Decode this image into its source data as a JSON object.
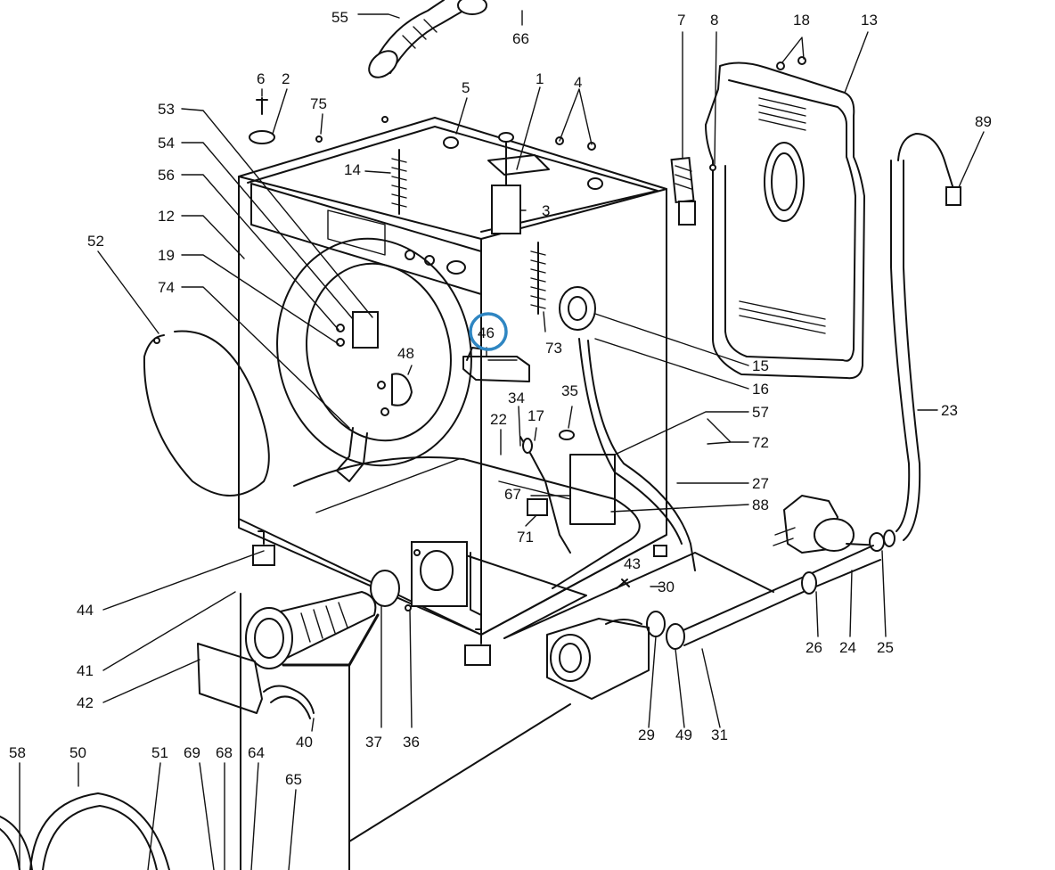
{
  "diagram": {
    "highlight": {
      "part": "46",
      "color": "#2f86c2"
    },
    "labels": [
      {
        "id": "55",
        "text": "55"
      },
      {
        "id": "66",
        "text": "66"
      },
      {
        "id": "7",
        "text": "7"
      },
      {
        "id": "8",
        "text": "8"
      },
      {
        "id": "18",
        "text": "18"
      },
      {
        "id": "13",
        "text": "13"
      },
      {
        "id": "89",
        "text": "89"
      },
      {
        "id": "1",
        "text": "1"
      },
      {
        "id": "4",
        "text": "4"
      },
      {
        "id": "5",
        "text": "5"
      },
      {
        "id": "6",
        "text": "6"
      },
      {
        "id": "2",
        "text": "2"
      },
      {
        "id": "75",
        "text": "75"
      },
      {
        "id": "53",
        "text": "53"
      },
      {
        "id": "54",
        "text": "54"
      },
      {
        "id": "56",
        "text": "56"
      },
      {
        "id": "14",
        "text": "14"
      },
      {
        "id": "3",
        "text": "3"
      },
      {
        "id": "12",
        "text": "12"
      },
      {
        "id": "52",
        "text": "52"
      },
      {
        "id": "19",
        "text": "19"
      },
      {
        "id": "74",
        "text": "74"
      },
      {
        "id": "46",
        "text": "46"
      },
      {
        "id": "73",
        "text": "73"
      },
      {
        "id": "48",
        "text": "48"
      },
      {
        "id": "15",
        "text": "15"
      },
      {
        "id": "16",
        "text": "16"
      },
      {
        "id": "23",
        "text": "23"
      },
      {
        "id": "34",
        "text": "34"
      },
      {
        "id": "35",
        "text": "35"
      },
      {
        "id": "22",
        "text": "22"
      },
      {
        "id": "17",
        "text": "17"
      },
      {
        "id": "57",
        "text": "57"
      },
      {
        "id": "72",
        "text": "72"
      },
      {
        "id": "27",
        "text": "27"
      },
      {
        "id": "67",
        "text": "67"
      },
      {
        "id": "88",
        "text": "88"
      },
      {
        "id": "71",
        "text": "71"
      },
      {
        "id": "43",
        "text": "43"
      },
      {
        "id": "30",
        "text": "30"
      },
      {
        "id": "44",
        "text": "44"
      },
      {
        "id": "41",
        "text": "41"
      },
      {
        "id": "42",
        "text": "42"
      },
      {
        "id": "40",
        "text": "40"
      },
      {
        "id": "37",
        "text": "37"
      },
      {
        "id": "36",
        "text": "36"
      },
      {
        "id": "29",
        "text": "29"
      },
      {
        "id": "49",
        "text": "49"
      },
      {
        "id": "31",
        "text": "31"
      },
      {
        "id": "26",
        "text": "26"
      },
      {
        "id": "24",
        "text": "24"
      },
      {
        "id": "25",
        "text": "25"
      },
      {
        "id": "58",
        "text": "58"
      },
      {
        "id": "50",
        "text": "50"
      },
      {
        "id": "51",
        "text": "51"
      },
      {
        "id": "69",
        "text": "69"
      },
      {
        "id": "68",
        "text": "68"
      },
      {
        "id": "64",
        "text": "64"
      },
      {
        "id": "65",
        "text": "65"
      }
    ]
  }
}
